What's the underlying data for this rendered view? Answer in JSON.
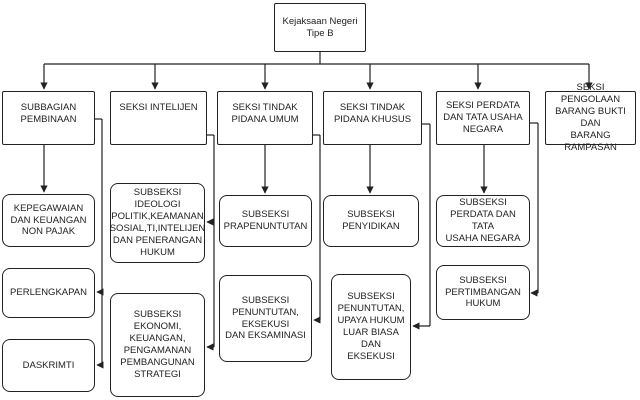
{
  "root": {
    "label": "Kejaksaan Negeri\nTipe B"
  },
  "units": [
    {
      "label": "SUBBAGIAN\nPEMBINAAN"
    },
    {
      "label": "SEKSI INTELIJEN"
    },
    {
      "label": "SEKSI TINDAK\nPIDANA UMUM"
    },
    {
      "label": "SEKSI TINDAK\nPIDANA KHUSUS"
    },
    {
      "label": "SEKSI PERDATA\nDAN TATA USAHA\nNEGARA"
    },
    {
      "label": "SEKSI PENGOLAAN\nBARANG BUKTI DAN\nBARANG\nRAMPASAN"
    }
  ],
  "subunits": {
    "pembinaan": [
      {
        "label": "KEPEGAWAIAN\nDAN KEUANGAN\nNON PAJAK"
      },
      {
        "label": "PERLENGKAPAN"
      },
      {
        "label": "DASKRIMTI"
      }
    ],
    "intelijen": [
      {
        "label": "SUBSEKSI\nIDEOLOGI\nPOLITIK,KEAMANAN\nSOSIAL,TI,INTELIJEN\nDAN PENERANGAN\nHUKUM"
      },
      {
        "label": "SUBSEKSI\nEKONOMI,\nKEUANGAN,\nPENGAMANAN\nPEMBANGUNAN\nSTRATEGI"
      }
    ],
    "pidum": [
      {
        "label": "SUBSEKSI\nPRAPENUNTUTAN"
      },
      {
        "label": "SUBSEKSI\nPENUNTUTAN,\nEKSEKUSI\nDAN EKSAMINASI"
      }
    ],
    "pidsus": [
      {
        "label": "SUBSEKSI\nPENYIDIKAN"
      },
      {
        "label": "SUBSEKSI\nPENUNTUTAN,\nUPAYA HUKUM\nLUAR BIASA DAN\nEKSEKUSI"
      }
    ],
    "datun": [
      {
        "label": "SUBSEKSI\nPERDATA DAN TATA\nUSAHA NEGARA"
      },
      {
        "label": "SUBSEKSI\nPERTIMBANGAN\nHUKUM"
      }
    ]
  }
}
